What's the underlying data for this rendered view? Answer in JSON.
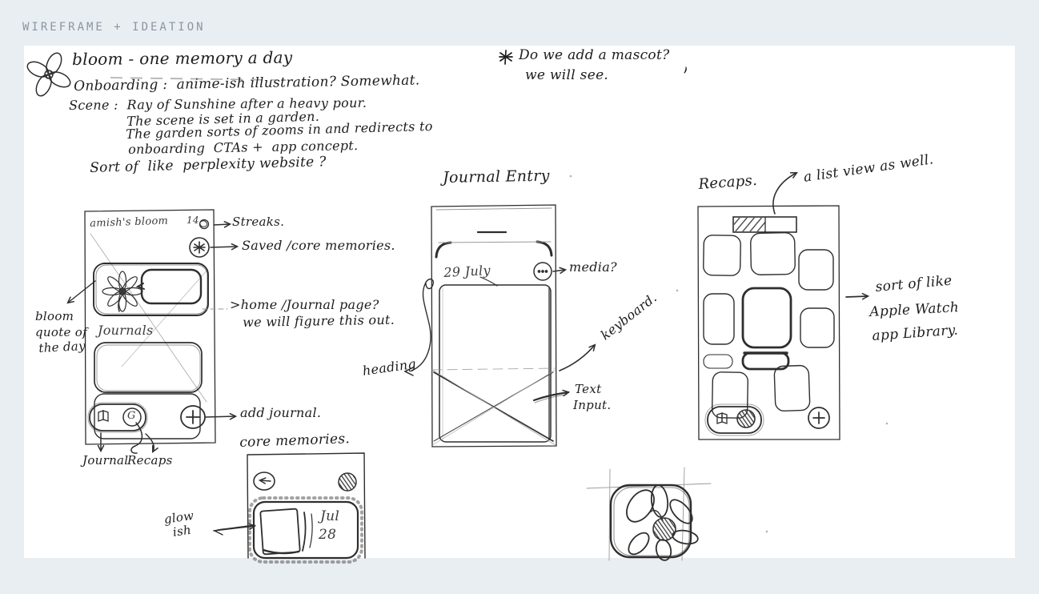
{
  "page": {
    "header": "WIREFRAME + IDEATION"
  },
  "colors": {
    "background": "#e9eef2",
    "canvas": "#ffffff",
    "header_text": "#8b95a1",
    "ink": "#2e2e2e",
    "pencil": "#999999"
  },
  "icons": {
    "flower_logo": "✿",
    "mascot_bullet": "✳",
    "streaks_flower": "✾",
    "saved_core_memories": "✳",
    "media_more": "⋯",
    "add_journal_plus": "+",
    "back_arrow": "←",
    "journal_tab_book": "open-book",
    "recaps_tab": "scribble-circle",
    "app_icon_flower": "✿"
  },
  "sketch": {
    "title": "bloom - one memory a day",
    "notes": {
      "onboarding": "Onboarding :  anime-ish illustration? Somewhat.",
      "scene_label": "Scene :  Ray of Sunshine after a heavy pour.",
      "scene_line2": "The scene is set in a garden.",
      "scene_line3": "The garden sorts of zooms in and redirects to",
      "scene_line4": "onboarding  CTAs +  app concept.",
      "perplexity": "Sort of  like  perplexity website ?"
    },
    "mascot": {
      "line1": "Do we add a mascot?",
      "line2": "we will see."
    },
    "home_screen": {
      "header_title": "amish's bloom",
      "streak_count": "14",
      "streaks_label": "Streaks.",
      "saved_label": "Saved /core memories.",
      "quote_label_line1": "bloom",
      "quote_label_line2": "quote of",
      "quote_label_line3": "the day",
      "home_note_line1": ">home /Journal page?",
      "home_note_line2": "we will figure this out.",
      "journals_label": "Journals",
      "tab_g": "G",
      "add_journal_label": "add journal.",
      "tab_label_journal": "Journal",
      "tab_label_recaps": "Recaps"
    },
    "journal_entry": {
      "title": "Journal Entry",
      "date": "29 July",
      "media_label": "media?",
      "heading_label": "heading",
      "keyboard_label": "keyboard.",
      "text_input_line1": "Text",
      "text_input_line2": "Input."
    },
    "recaps_screen": {
      "title": "Recaps.",
      "list_view_note": "a list view as well.",
      "watch_note_line1": "sort of like",
      "watch_note_line2": "Apple Watch",
      "watch_note_line3": "app Library."
    },
    "core_memories": {
      "title": "core memories.",
      "glow_line1": "glow",
      "glow_line2": "ish",
      "date_line1": "Jul",
      "date_line2": "28"
    }
  }
}
